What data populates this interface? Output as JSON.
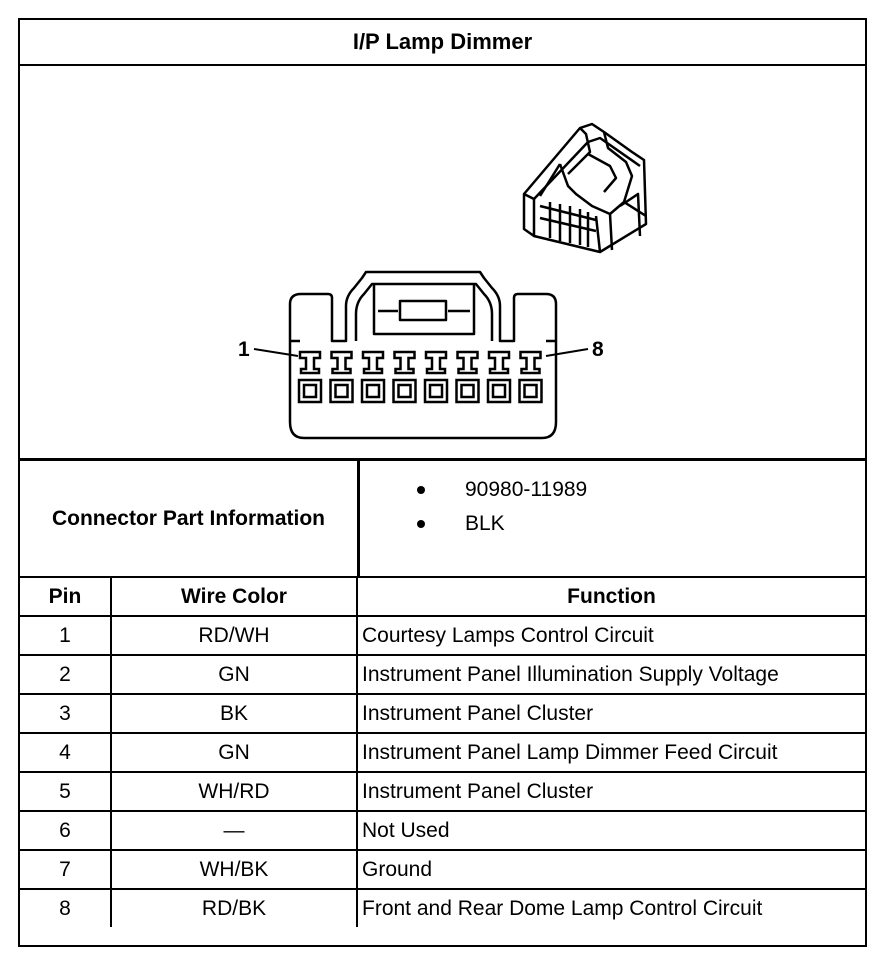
{
  "title": "I/P Lamp Dimmer",
  "diagram": {
    "pin_label_first": "1",
    "pin_label_last": "8"
  },
  "connector": {
    "label": "Connector Part Information",
    "items": [
      "90980-11989",
      "BLK"
    ]
  },
  "table": {
    "headers": [
      "Pin",
      "Wire Color",
      "Function"
    ],
    "rows": [
      [
        "1",
        "RD/WH",
        "Courtesy Lamps Control Circuit"
      ],
      [
        "2",
        "GN",
        "Instrument Panel Illumination Supply Voltage"
      ],
      [
        "3",
        "BK",
        "Instrument Panel Cluster"
      ],
      [
        "4",
        "GN",
        "Instrument Panel Lamp Dimmer Feed Circuit"
      ],
      [
        "5",
        "WH/RD",
        "Instrument Panel Cluster"
      ],
      [
        "6",
        "—",
        "Not Used"
      ],
      [
        "7",
        "WH/BK",
        "Ground"
      ],
      [
        "8",
        "RD/BK",
        "Front and Rear Dome Lamp Control Circuit"
      ]
    ]
  }
}
